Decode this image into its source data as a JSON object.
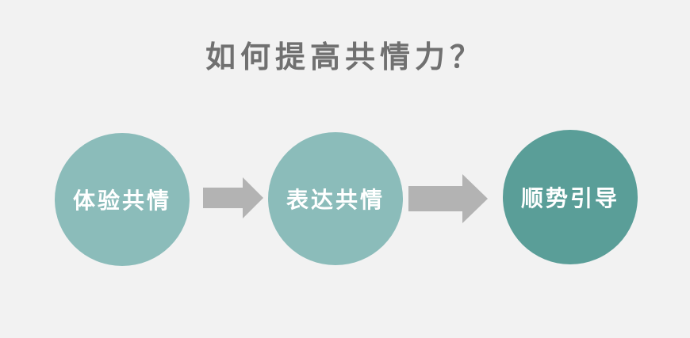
{
  "diagram": {
    "title": "如何提高共情力？",
    "steps": [
      {
        "label": "体验共情",
        "color": "#8bbcba"
      },
      {
        "label": "表达共情",
        "color": "#8bbcba"
      },
      {
        "label": "顺势引导",
        "color": "#5a9e98"
      }
    ],
    "arrow_color": "#b3b3b3",
    "background": "#f2f2f2"
  }
}
